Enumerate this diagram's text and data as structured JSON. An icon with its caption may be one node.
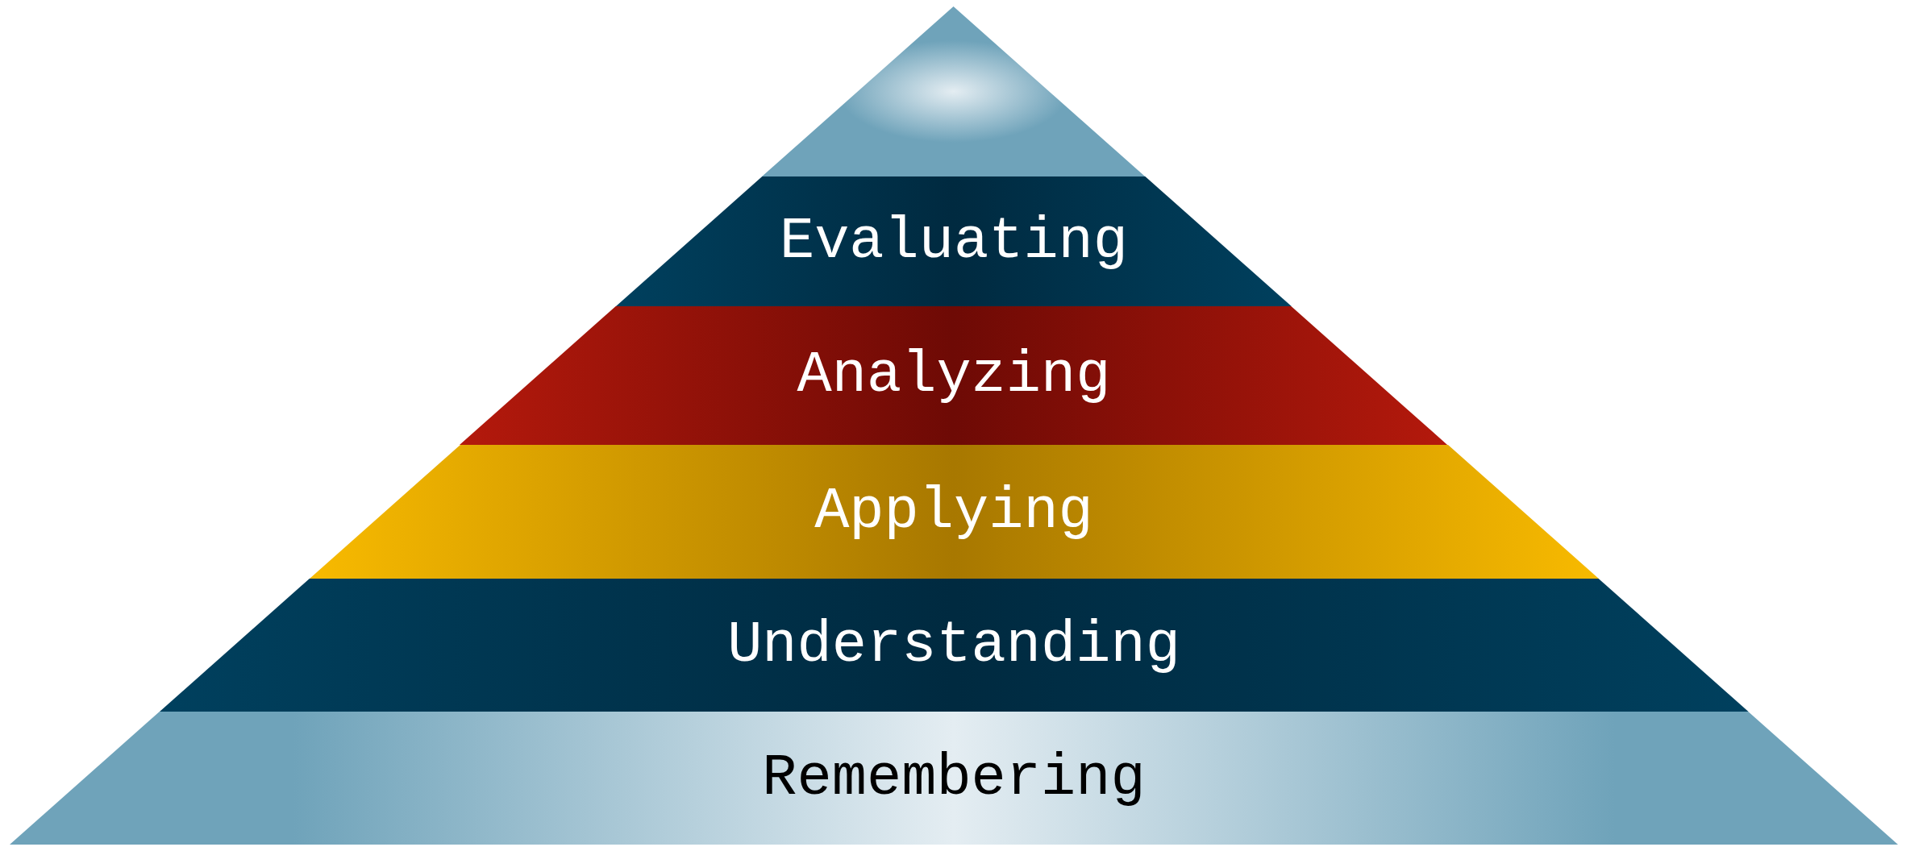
{
  "diagram": {
    "nodes": [
      {
        "text": [],
        "shape": "triangle"
      },
      {
        "text": [
          "Evaluating"
        ]
      },
      {
        "text": [
          "Analyzing"
        ]
      },
      {
        "text": [
          "Applying"
        ]
      },
      {
        "text": [
          "Understanding"
        ]
      },
      {
        "text": [
          "Remembering"
        ]
      }
    ]
  }
}
